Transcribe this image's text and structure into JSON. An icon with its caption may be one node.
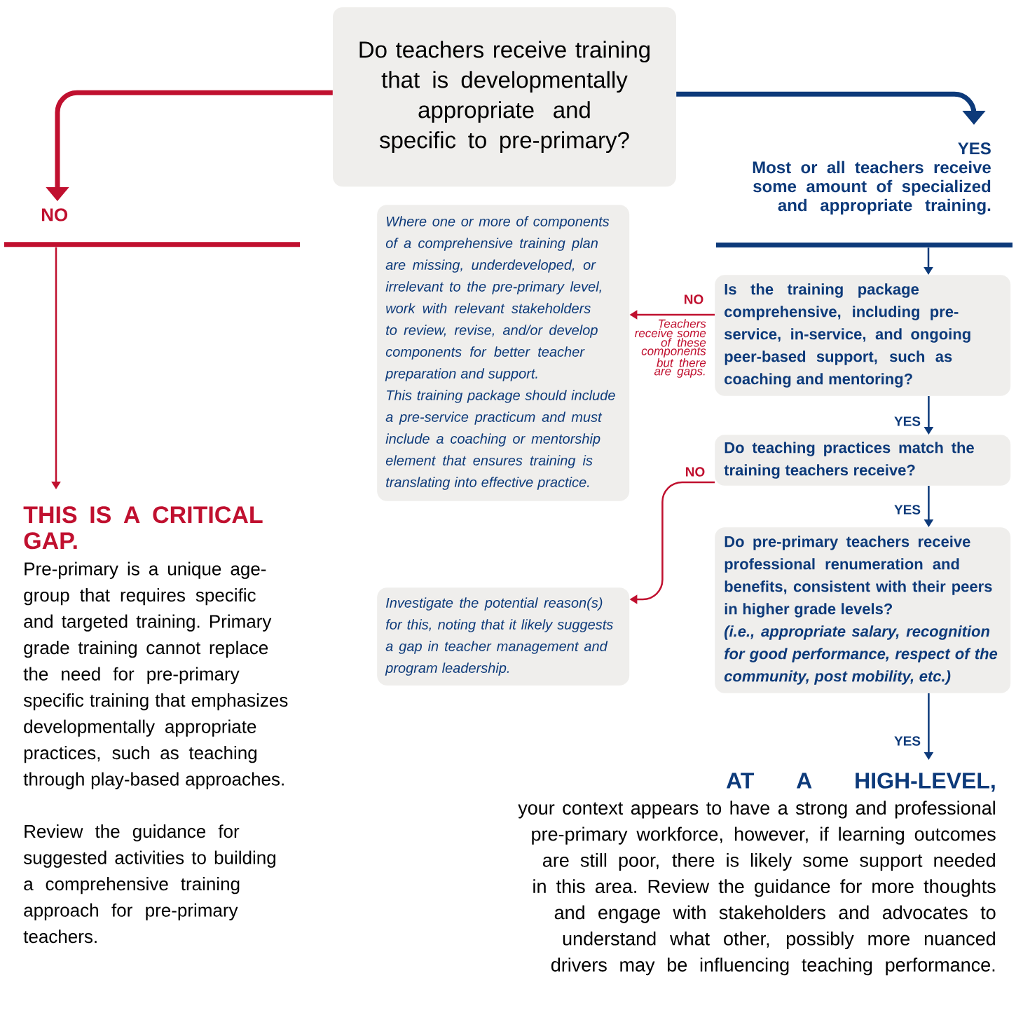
{
  "diagram": {
    "nodes": [
      {
        "text": [
          "Do teachers receive training that is developmentally appropriate and specific to pre-primary?"
        ]
      },
      {
        "text": [
          "NO"
        ]
      },
      {
        "text": [
          "THIS IS A CRITICAL GAP.",
          "Pre-primary is a unique age-group that requires specific and targeted training. Primary grade training cannot replace the need for pre-primary specific training that emphasizes developmentally appropriate practices, such as teaching through play-based approaches.",
          "Review the guidance for suggested activities to building a comprehensive training approach for pre-primary teachers."
        ]
      },
      {
        "text": [
          "YES",
          "Most or all teachers receive some amount of specialized and appropriate training."
        ]
      },
      {
        "text": [
          "Is the training package comprehensive, including pre-service, in-service, and ongoing peer-based support, such as coaching and mentoring?"
        ]
      },
      {
        "text": [
          "Where one or more of components of a comprehensive training plan are missing, underdeveloped, or irrelevant to the pre-primary level, work with relevant stakeholders to review, revise, and/or develop components for better teacher preparation and support.",
          "This training package should include a pre-service practicum and must include a coaching or mentorship element that ensures training is translating into effective practice."
        ]
      },
      {
        "text": [
          "Do teaching practices match the training teachers receive?"
        ]
      },
      {
        "text": [
          "Investigate the potential reason(s) for this, noting that it likely suggests a gap in teacher management and program leadership."
        ]
      },
      {
        "text": [
          "Do pre-primary teachers receive professional renumeration and benefits, consistent with their peers in higher grade levels?",
          "(i.e., appropriate salary, recognition for good performance, respect of the community, post mobility, etc.)"
        ]
      },
      {
        "text": [
          "AT A HIGH-LEVEL,",
          "your context appears to have a strong and professional pre-primary workforce, however, if learning outcomes are still poor, there is likely some support needed in this area. Review the guidance for more thoughts and engage with stakeholders and advocates to understand what other, possibly more nuanced drivers may be influencing teaching performance."
        ]
      }
    ],
    "edges": [
      {
        "from": 0,
        "to": 1,
        "arrow": "to",
        "style": "thick",
        "color": "#c0102f"
      },
      {
        "from": 1,
        "to": 2,
        "arrow": "to",
        "color": "#c0102f"
      },
      {
        "from": 0,
        "to": 3,
        "arrow": "to",
        "style": "thick"
      },
      {
        "from": 3,
        "to": 4,
        "arrow": "to"
      },
      {
        "from": 4,
        "to": 5,
        "arrow": "to",
        "label": "NO",
        "color": "#c0102f"
      },
      {
        "from": 4,
        "to": 6,
        "arrow": "to",
        "label": "YES"
      },
      {
        "from": 6,
        "to": 7,
        "arrow": "to",
        "label": "NO",
        "color": "#c0102f"
      },
      {
        "from": 6,
        "to": 8,
        "arrow": "to",
        "label": "YES"
      },
      {
        "from": 8,
        "to": 9,
        "arrow": "to",
        "label": "YES"
      }
    ],
    "labels": [
      "Teachers receive some of these components but there are gaps."
    ]
  }
}
